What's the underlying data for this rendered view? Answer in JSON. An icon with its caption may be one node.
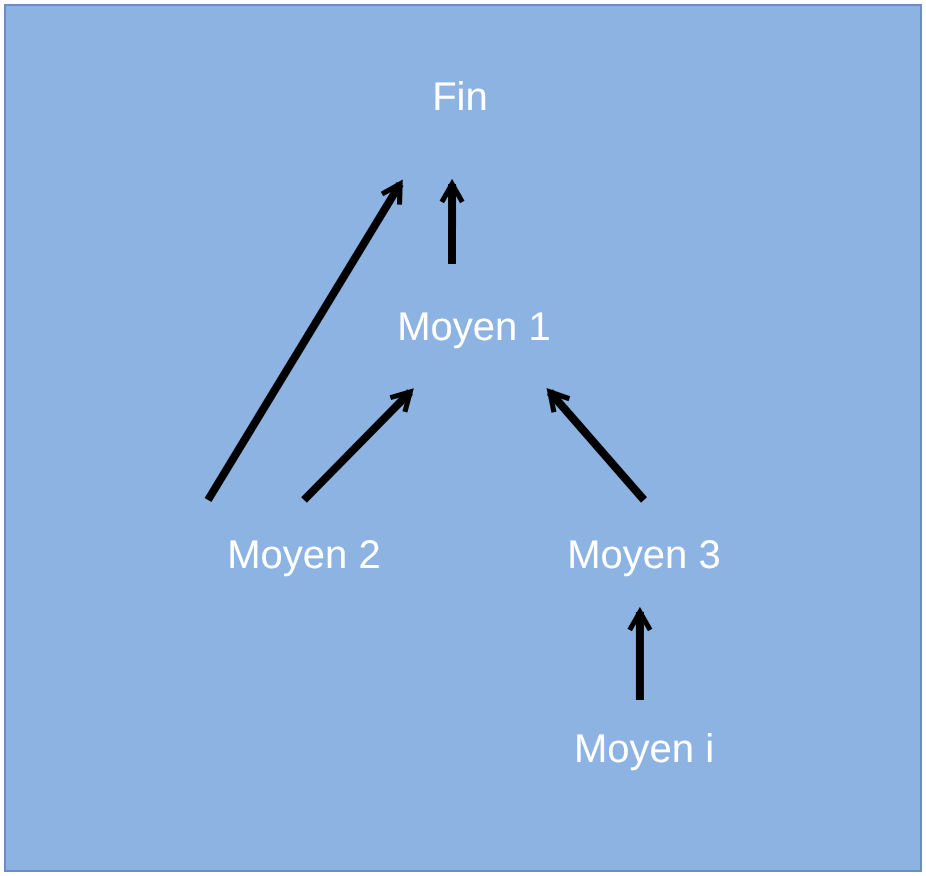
{
  "diagram": {
    "nodes": [
      {
        "text": [
          "Fin"
        ]
      },
      {
        "text": [
          "Moyen 1"
        ]
      },
      {
        "text": [
          "Moyen 2"
        ]
      },
      {
        "text": [
          "Moyen 3"
        ]
      },
      {
        "text": [
          "Moyen i"
        ]
      }
    ],
    "edges": [
      {
        "from": 2,
        "to": 0,
        "arrow": "to"
      },
      {
        "from": 1,
        "to": 0,
        "arrow": "to"
      },
      {
        "from": 2,
        "to": 1,
        "arrow": "to"
      },
      {
        "from": 3,
        "to": 1,
        "arrow": "to"
      },
      {
        "from": 4,
        "to": 3,
        "arrow": "to"
      }
    ]
  }
}
